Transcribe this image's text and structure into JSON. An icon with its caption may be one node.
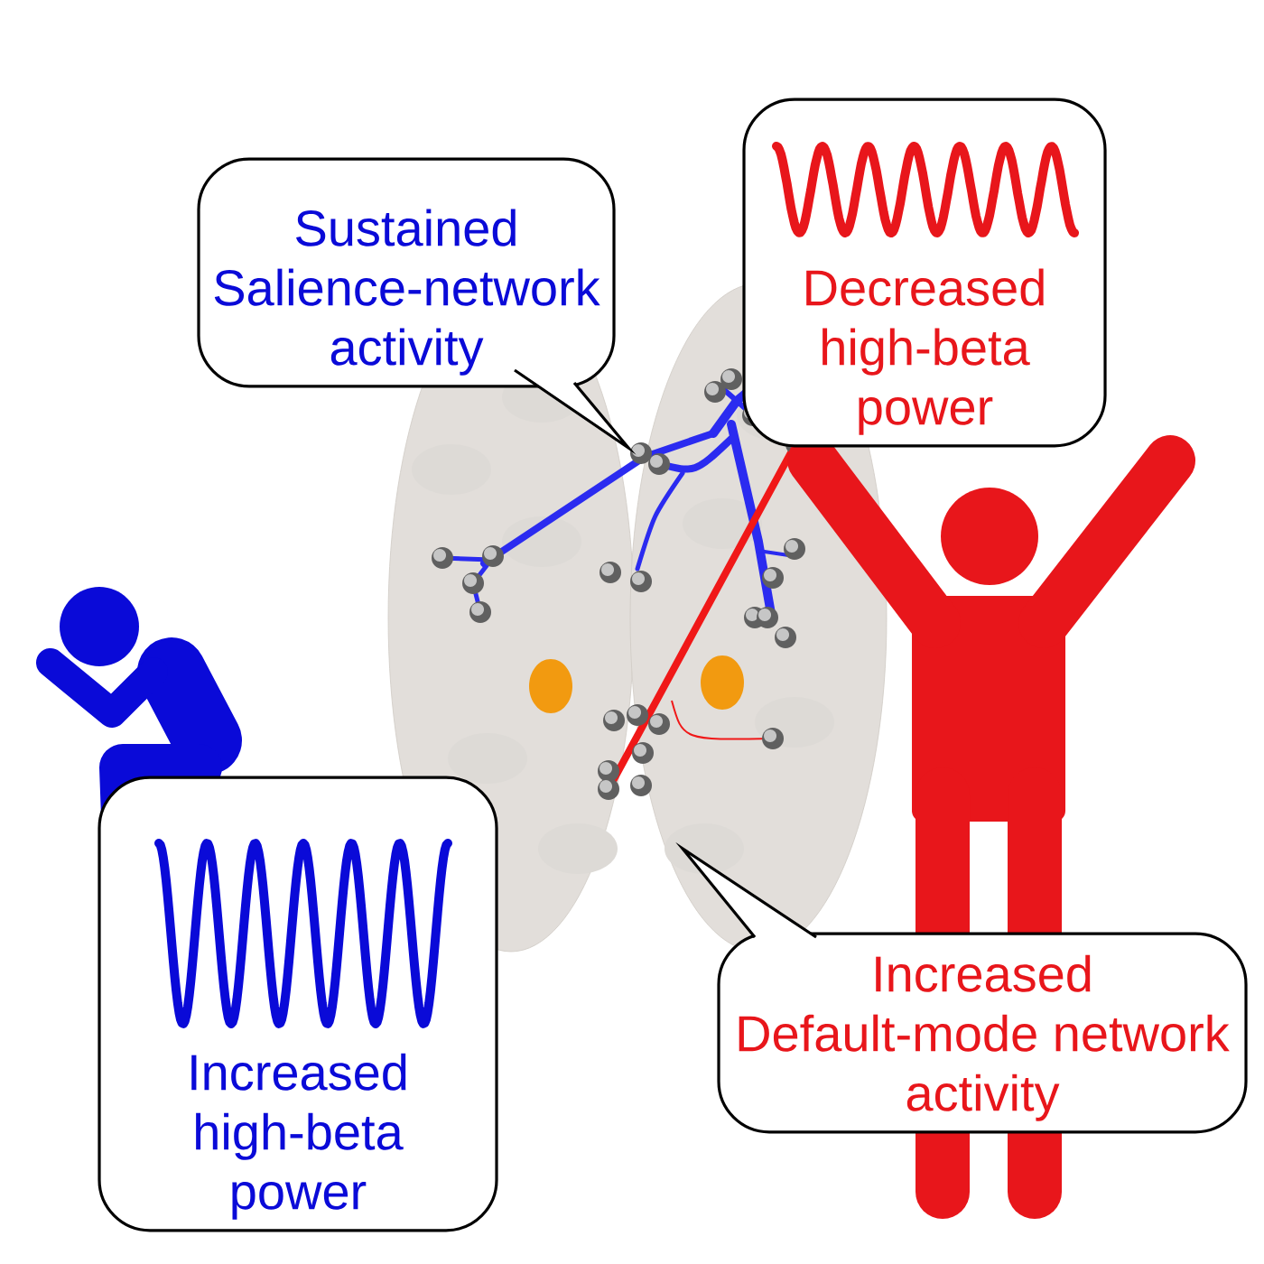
{
  "diagram": {
    "nodes": [
      {
        "text": [
          "Sustained Salience-network activity"
        ]
      },
      {
        "text": [
          "Decreased high-beta power"
        ]
      },
      {
        "text": [
          "Increased Default-mode network activity"
        ]
      },
      {
        "text": [
          "Increased high-beta power"
        ]
      }
    ]
  }
}
